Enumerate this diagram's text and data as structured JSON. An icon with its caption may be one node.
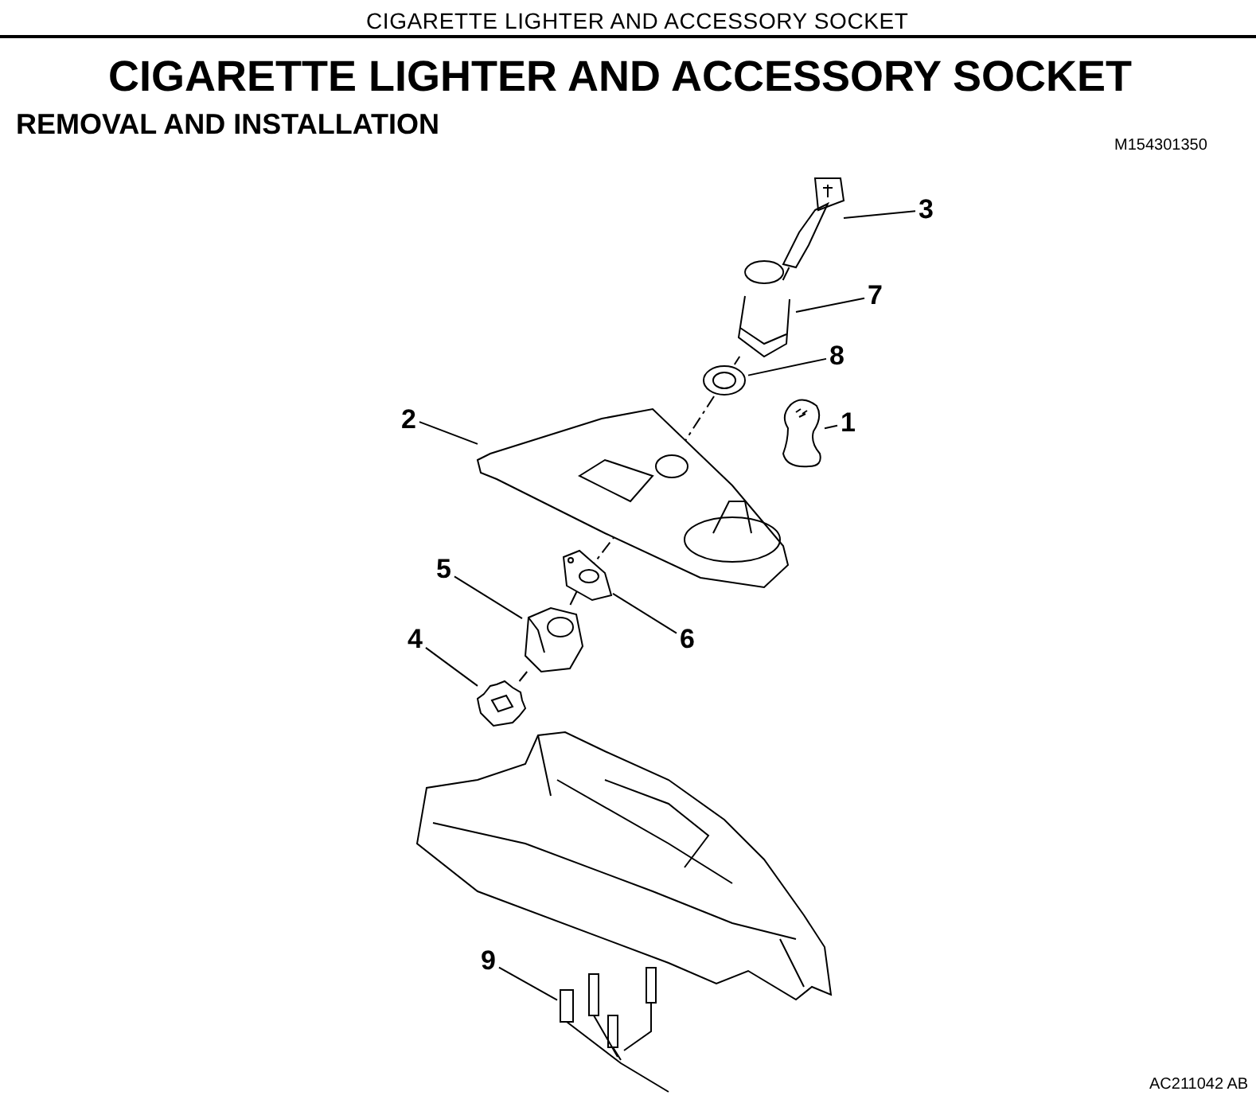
{
  "diagram": {
    "title": "CIGARETTE LIGHTER AND ACCESSORY SOCKET",
    "nodes": [
      {
        "text": [
          "1"
        ]
      },
      {
        "text": [
          "2"
        ]
      },
      {
        "text": [
          "3"
        ]
      },
      {
        "text": [
          "4"
        ]
      },
      {
        "text": [
          "5"
        ]
      },
      {
        "text": [
          "6"
        ]
      },
      {
        "text": [
          "7"
        ]
      },
      {
        "text": [
          "8"
        ]
      },
      {
        "text": [
          "9"
        ]
      },
      {
        "text": [],
        "shape": "picture"
      },
      {
        "text": [],
        "shape": "picture"
      },
      {
        "text": [],
        "shape": "picture"
      },
      {
        "text": [],
        "shape": "picture"
      },
      {
        "text": [],
        "shape": "picture"
      },
      {
        "text": [],
        "shape": "picture"
      },
      {
        "text": [],
        "shape": "picture"
      },
      {
        "text": [],
        "shape": "picture"
      },
      {
        "text": [],
        "shape": "picture"
      }
    ],
    "edges": [
      {
        "from": 0,
        "to": 9,
        "arrow": "none"
      },
      {
        "from": 1,
        "to": 10,
        "arrow": "none"
      },
      {
        "from": 2,
        "to": 11,
        "arrow": "none"
      },
      {
        "from": 3,
        "to": 12,
        "arrow": "none"
      },
      {
        "from": 4,
        "to": 13,
        "arrow": "none"
      },
      {
        "from": 5,
        "to": 14,
        "arrow": "none"
      },
      {
        "from": 6,
        "to": 15,
        "arrow": "none"
      },
      {
        "from": 7,
        "to": 16,
        "arrow": "none"
      },
      {
        "from": 8,
        "to": 17,
        "arrow": "none"
      },
      {
        "from": 11,
        "to": 15,
        "arrow": "none"
      },
      {
        "from": 15,
        "to": 16,
        "arrow": "none"
      },
      {
        "from": 16,
        "to": 10,
        "arrow": "none",
        "style": "dashed"
      },
      {
        "from": 10,
        "to": 14,
        "arrow": "none",
        "style": "dashed"
      },
      {
        "from": 14,
        "to": 13,
        "arrow": "none"
      },
      {
        "from": 13,
        "to": 12,
        "arrow": "none"
      }
    ],
    "labels": [
      "CIGARETTE LIGHTER AND ACCESSORY SOCKET",
      "REMOVAL AND INSTALLATION",
      "M154301350",
      "AC211042 AB"
    ]
  }
}
